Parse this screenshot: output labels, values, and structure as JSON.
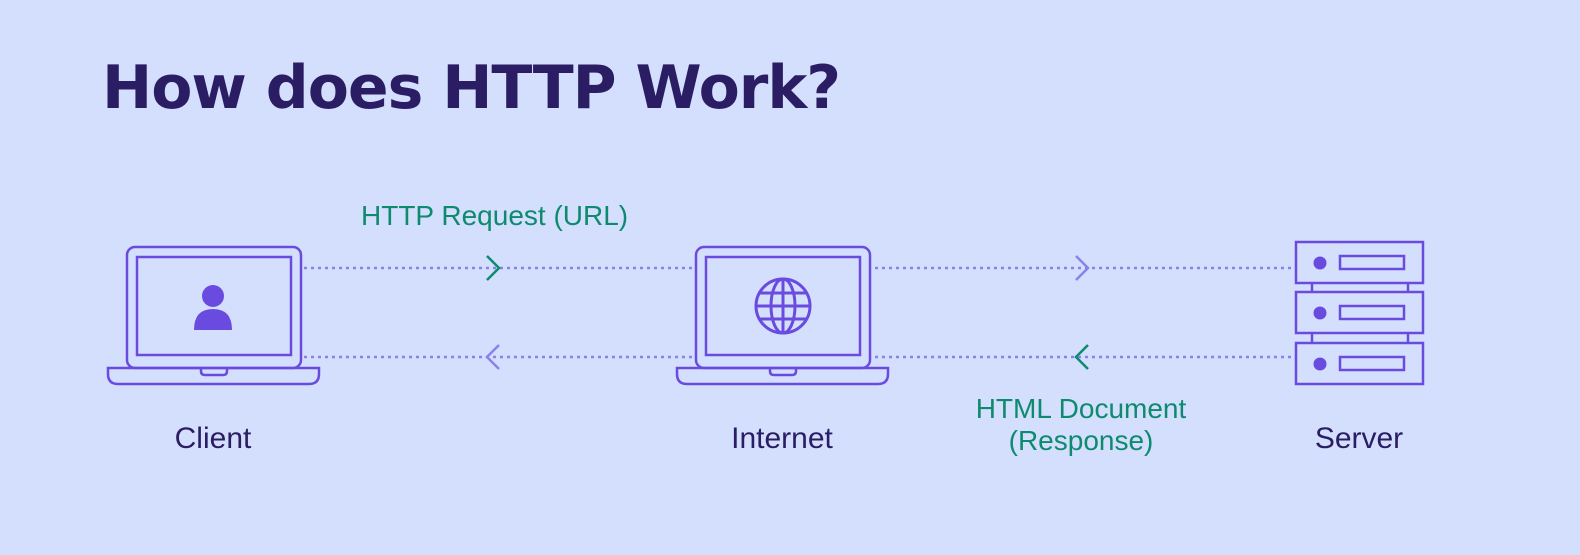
{
  "title": "How does HTTP Work?",
  "nodes": {
    "client": {
      "label": "Client",
      "icon": "person-icon"
    },
    "internet": {
      "label": "Internet",
      "icon": "globe-icon"
    },
    "server": {
      "label": "Server",
      "icon": "server-rack-icon"
    }
  },
  "flows": {
    "request": {
      "label": "HTTP Request (URL)"
    },
    "response": {
      "line1": "HTML Document",
      "line2": "(Response)"
    }
  },
  "colors": {
    "background": "#d4dffd",
    "title": "#2b1d63",
    "outline": "#6a4be0",
    "dotted_line": "#8a82ea",
    "flow_label": "#0e8a6e"
  }
}
